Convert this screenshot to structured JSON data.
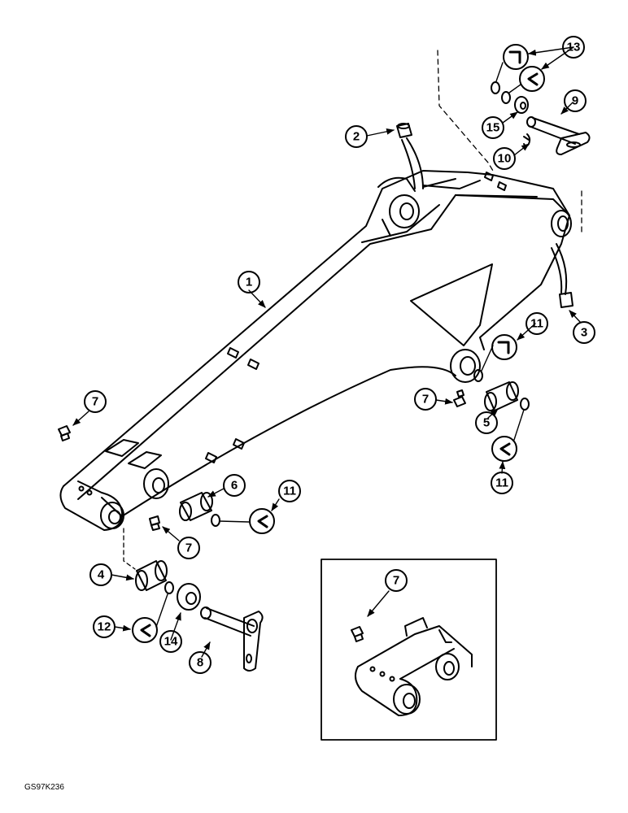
{
  "figure_code": "GS97K236",
  "callouts": {
    "c1": "1",
    "c2": "2",
    "c3": "3",
    "c4": "4",
    "c5": "5",
    "c6": "6",
    "c7a": "7",
    "c7b": "7",
    "c7c": "7",
    "c7d": "7",
    "c8": "8",
    "c9": "9",
    "c10": "10",
    "c11a": "11",
    "c11b": "11",
    "c11c": "11",
    "c12": "12",
    "c13": "13",
    "c14": "14",
    "c15": "15"
  }
}
